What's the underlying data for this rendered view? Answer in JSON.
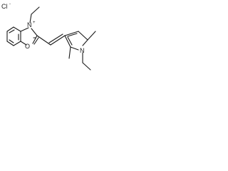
{
  "molecule": {
    "counter_ion": {
      "symbol": "Cl",
      "charge": "-"
    },
    "atoms": {
      "n_plus": {
        "symbol": "N",
        "charge": "+"
      },
      "o_ring": {
        "symbol": "O"
      },
      "n_pyrrole": {
        "symbol": "N"
      }
    }
  }
}
